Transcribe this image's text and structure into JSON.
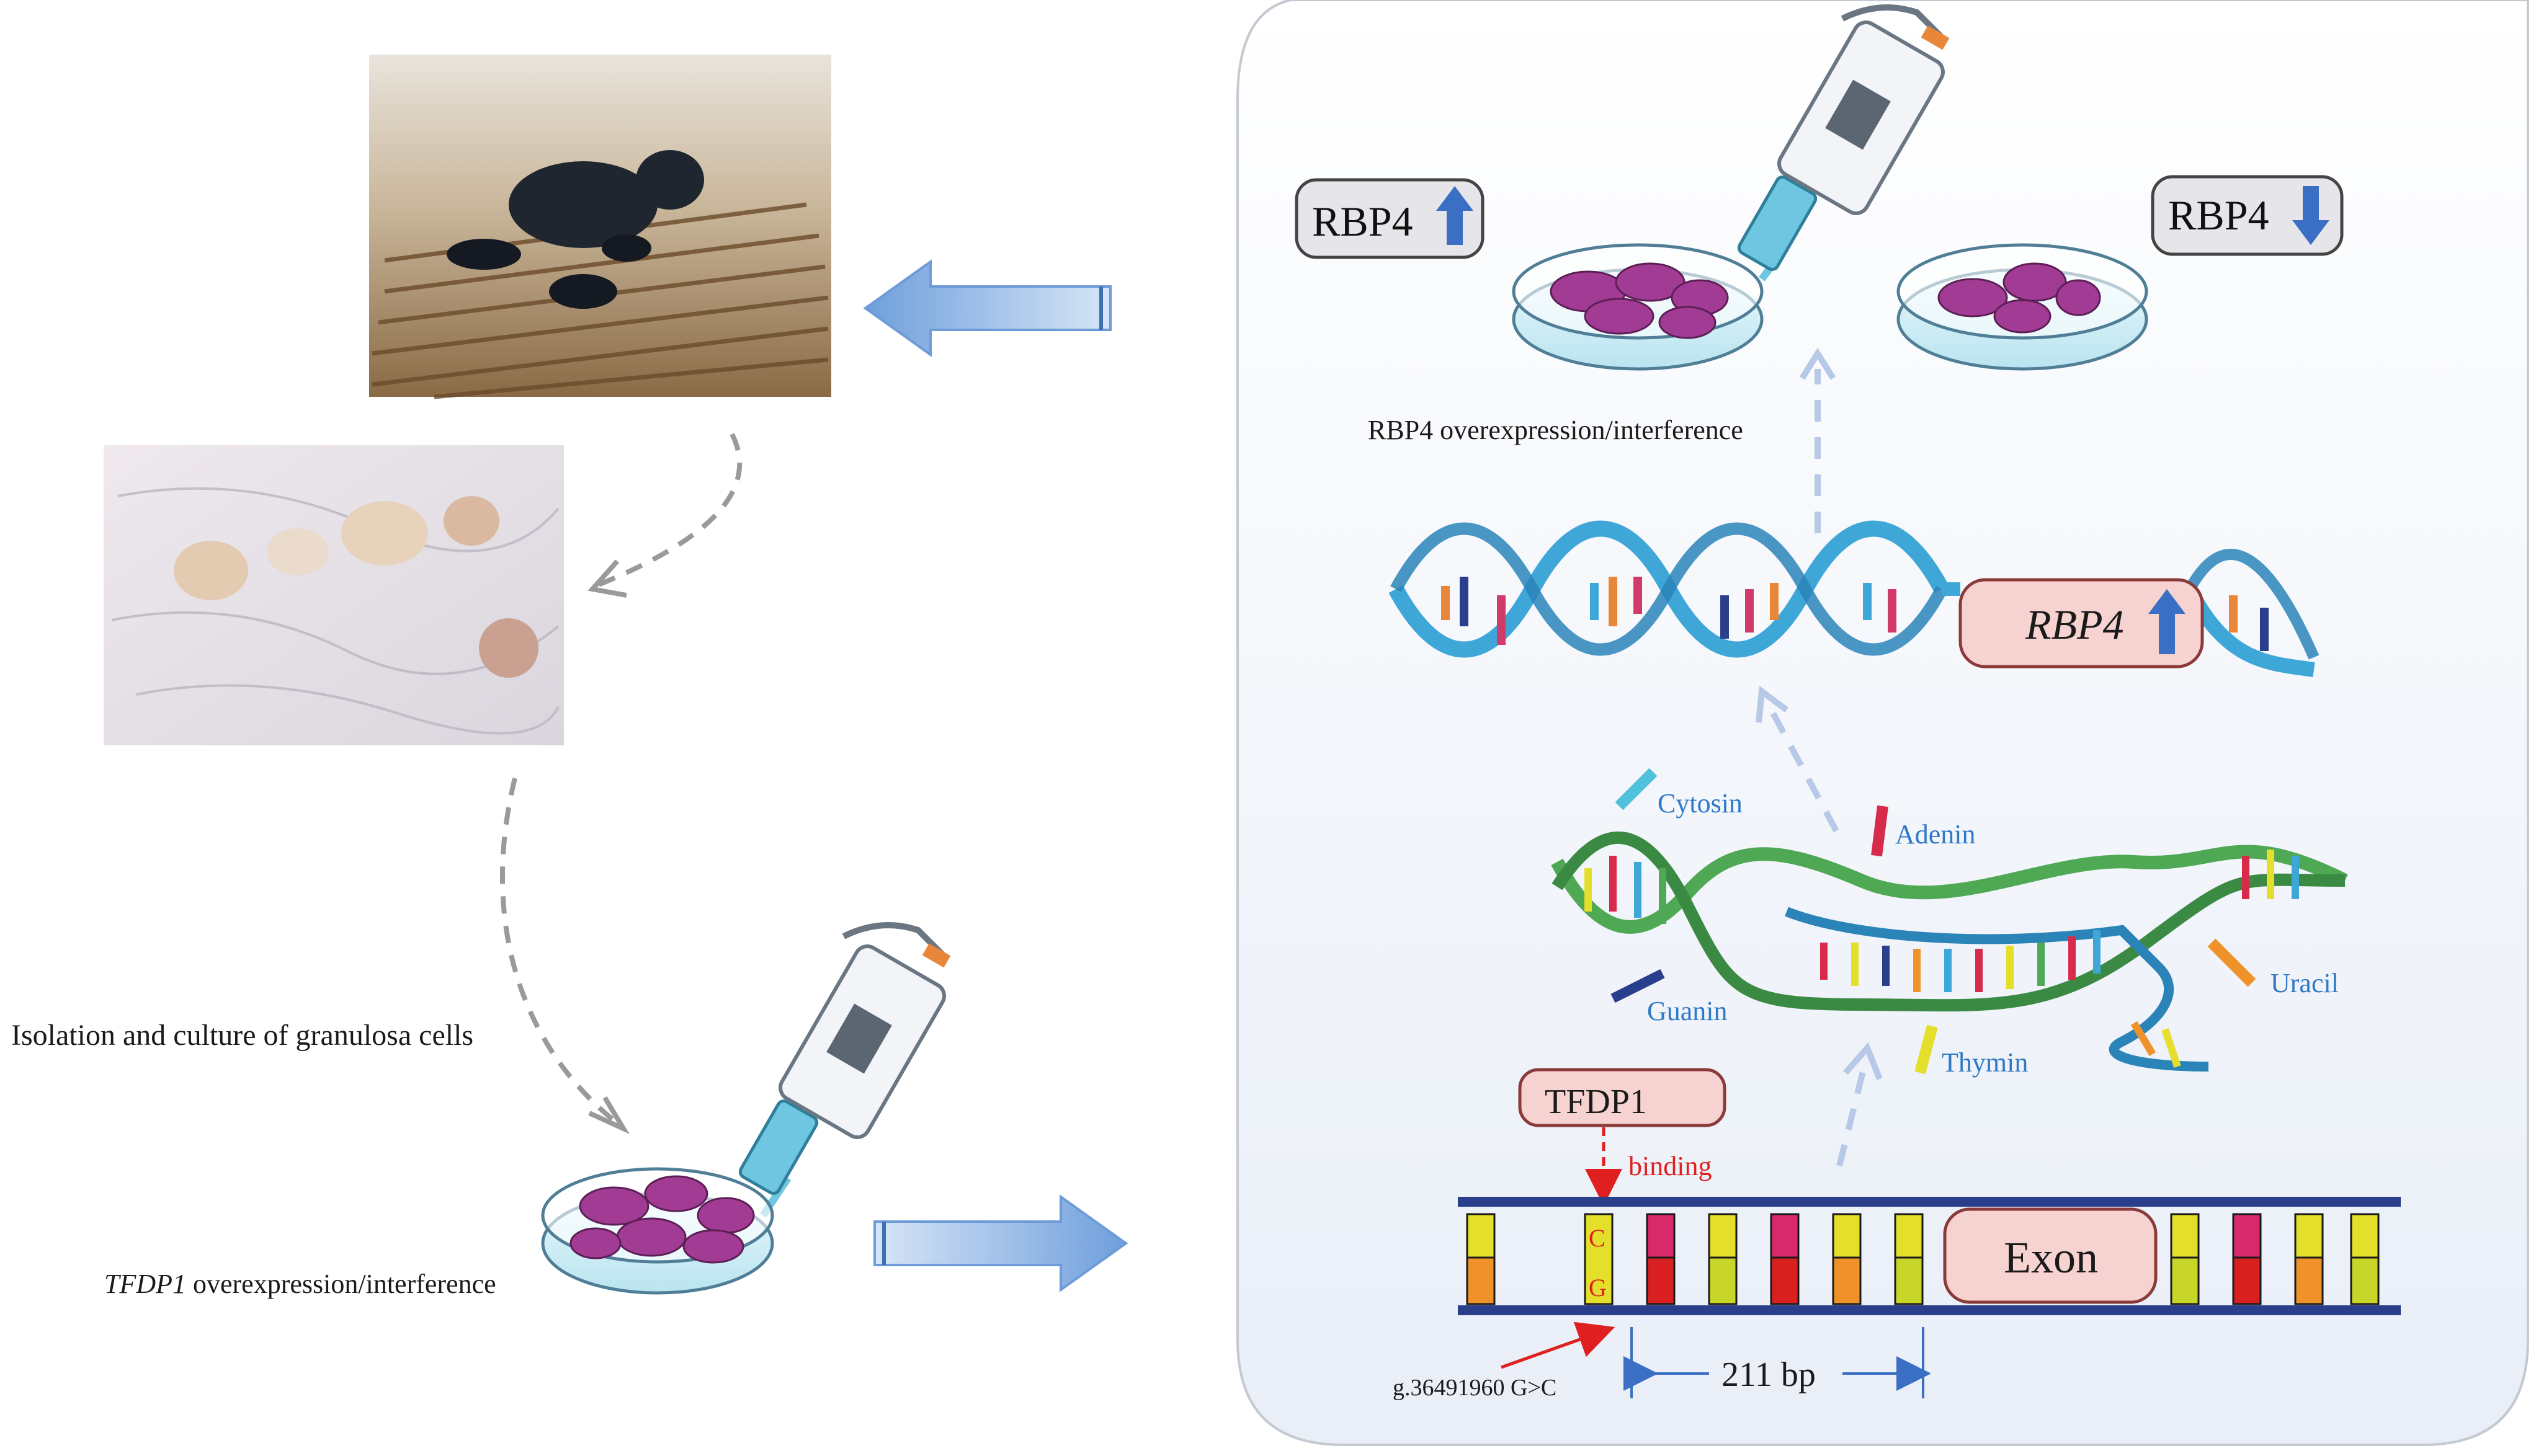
{
  "left": {
    "isolation_label": "Isolation and culture of granulosa cells",
    "tfdp1_gene": "TFDP1",
    "tfdp1_suffix": " overexpression/interference"
  },
  "right": {
    "rbp4_up_label": "RBP4",
    "rbp4_down_label": "RBP4",
    "rbp4_oe_label": "RBP4 overexpression/interference",
    "rbp4_gene_label": "RBP4",
    "bases": {
      "cytosin": "Cytosin",
      "adenin": "Adenin",
      "guanin": "Guanin",
      "thymin": "Thymin",
      "uracil": "Uracil"
    },
    "tfdp1_box": "TFDP1",
    "binding": "binding",
    "snp_top": "C",
    "snp_bottom": "G",
    "exon": "Exon",
    "distance": "211 bp",
    "variant": "g.36491960 G>C"
  },
  "colors": {
    "arrow_blue": "#7fa8e0",
    "dash_blue": "#b8c9e8",
    "dash_gray": "#9a9a9a",
    "panel_bg": "#f3f6fb",
    "label_blue": "#2f79c6",
    "binding_red": "#e02020",
    "box_pink": "#f6d3d0",
    "cell_purple": "#a23b94"
  },
  "icons": [
    "goat-photo",
    "ovary-photo",
    "pipette-icon",
    "petri-dish-icon",
    "dna-helix-icon",
    "dna-transcription-icon",
    "dna-ladder-icon"
  ]
}
